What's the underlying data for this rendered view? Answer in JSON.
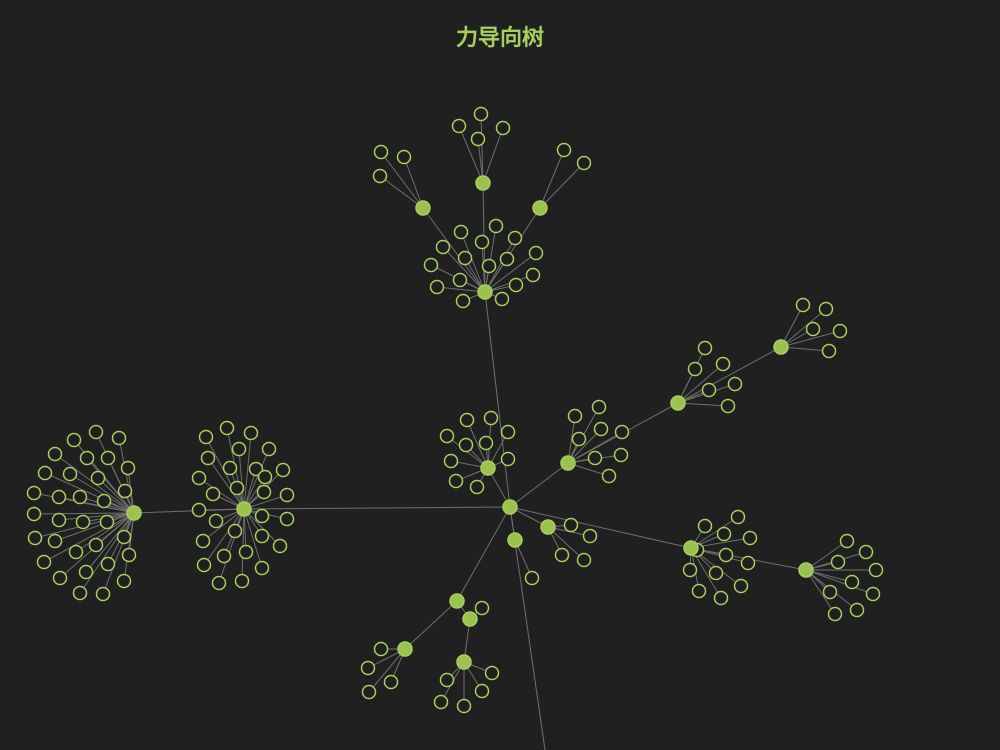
{
  "title": "力导向树",
  "colors": {
    "background": "#212020",
    "title": "#a6d15f",
    "node_fill": "#9bc14e",
    "node_stroke": "#a6d15f",
    "leaf_fill": "#212020",
    "edge": "#6f6f6f"
  },
  "chart_data": {
    "type": "force-directed-tree",
    "title": "力导向树",
    "grid": false,
    "legend": false
  }
}
